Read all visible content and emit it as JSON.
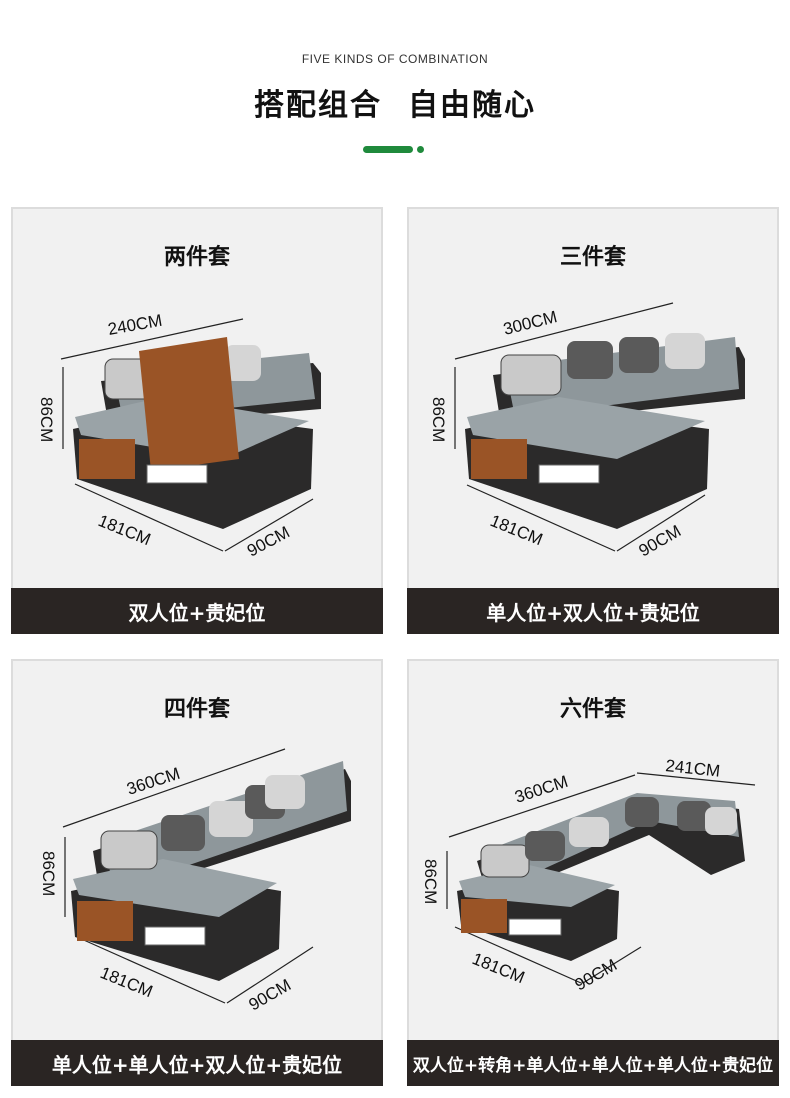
{
  "header": {
    "subtitle": "FIVE KINDS OF COMBINATION",
    "title_left": "搭配组合",
    "title_right": "自由随心",
    "accent_color": "#1f8a3c"
  },
  "cards": [
    {
      "title": "两件套",
      "width_label": "240CM",
      "height_label": "86CM",
      "depth_label": "181CM",
      "side_label": "90CM",
      "footer": "双人位+贵妃位"
    },
    {
      "title": "三件套",
      "width_label": "300CM",
      "height_label": "86CM",
      "depth_label": "181CM",
      "side_label": "90CM",
      "footer": "单人位+双人位+贵妃位"
    },
    {
      "title": "四件套",
      "width_label": "360CM",
      "height_label": "86CM",
      "depth_label": "181CM",
      "side_label": "90CM",
      "footer": "单人位+单人位+双人位+贵妃位"
    },
    {
      "title": "六件套",
      "width_label": "360CM",
      "extra_label": "241CM",
      "height_label": "86CM",
      "depth_label": "181CM",
      "side_label": "90CM",
      "footer": "双人位+转角+单人位+单人位+单人位+贵妃位"
    }
  ],
  "colors": {
    "card_bg": "#f1f1f1",
    "footer_bg": "#2a2523",
    "fabric": "#8e979b",
    "leather": "#2b2a2a",
    "wood": "#9a5426"
  }
}
